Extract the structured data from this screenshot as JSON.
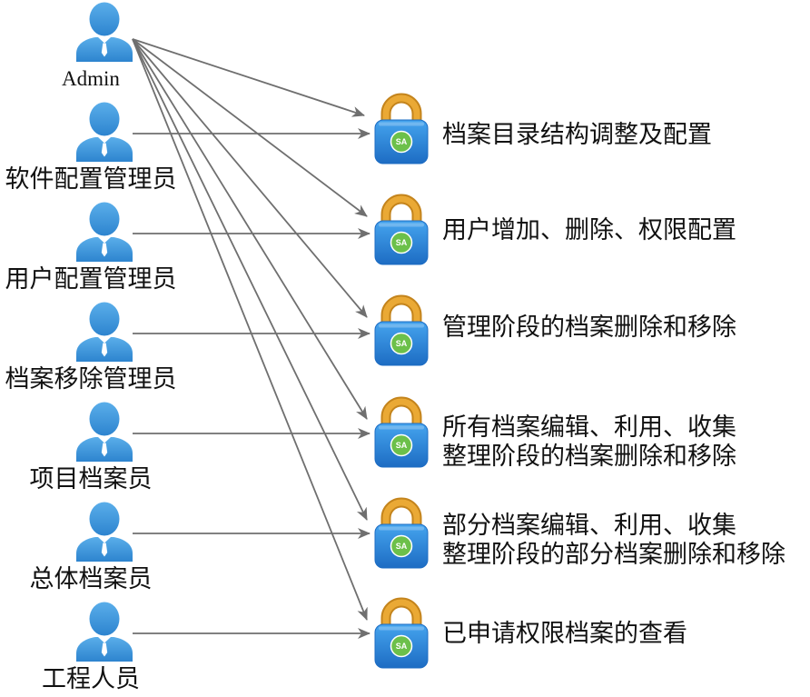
{
  "roles": [
    {
      "label": "Admin"
    },
    {
      "label": "软件配置管理员"
    },
    {
      "label": "用户配置管理员"
    },
    {
      "label": "档案移除管理员"
    },
    {
      "label": "项目档案员"
    },
    {
      "label": "总体档案员"
    },
    {
      "label": "工程人员"
    }
  ],
  "permissions": [
    {
      "lines": [
        "档案目录结构调整及配置"
      ]
    },
    {
      "lines": [
        "用户增加、删除、权限配置"
      ]
    },
    {
      "lines": [
        "管理阶段的档案删除和移除"
      ]
    },
    {
      "lines": [
        "所有档案编辑、利用、收集",
        "整理阶段的档案删除和移除"
      ]
    },
    {
      "lines": [
        "部分档案编辑、利用、收集",
        "整理阶段的部分档案删除和移除"
      ]
    },
    {
      "lines": [
        "已申请权限档案的查看"
      ]
    }
  ],
  "lock_badge": "SA",
  "connections": [
    {
      "from": 0,
      "to": [
        0,
        1,
        2,
        3,
        4,
        5
      ]
    },
    {
      "from": 1,
      "to": [
        0
      ]
    },
    {
      "from": 2,
      "to": [
        1
      ]
    },
    {
      "from": 3,
      "to": [
        2
      ]
    },
    {
      "from": 4,
      "to": [
        3
      ]
    },
    {
      "from": 5,
      "to": [
        4
      ]
    },
    {
      "from": 6,
      "to": [
        5
      ]
    }
  ],
  "icons": {
    "role": "user-icon",
    "permission": "lock-icon"
  },
  "colors": {
    "person_top": "#5aaeea",
    "person_bottom": "#2d84cf",
    "lock_top": "#45a4ee",
    "lock_bottom": "#1d6cc3",
    "shackle": "#eaa935",
    "shackle_edge": "#c4841c",
    "badge": "#6cc04a",
    "badge_text": "#ffffff",
    "arrow": "#6f6f6f",
    "text": "#111111"
  }
}
